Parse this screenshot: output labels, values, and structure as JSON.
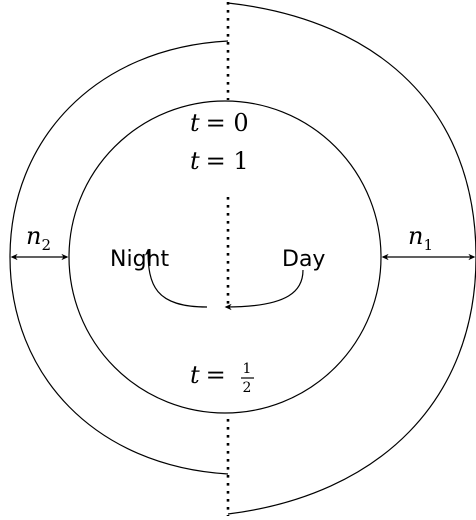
{
  "labels": {
    "t_zero": {
      "var": "t",
      "eq": "= 0"
    },
    "t_one": {
      "var": "t",
      "eq": "= 1"
    },
    "t_half": {
      "var": "t",
      "eq": "=",
      "num": "1",
      "den": "2"
    },
    "night": "Night",
    "day": "Day",
    "n1": {
      "var": "n",
      "sub": "1"
    },
    "n2": {
      "var": "n",
      "sub": "2"
    }
  }
}
